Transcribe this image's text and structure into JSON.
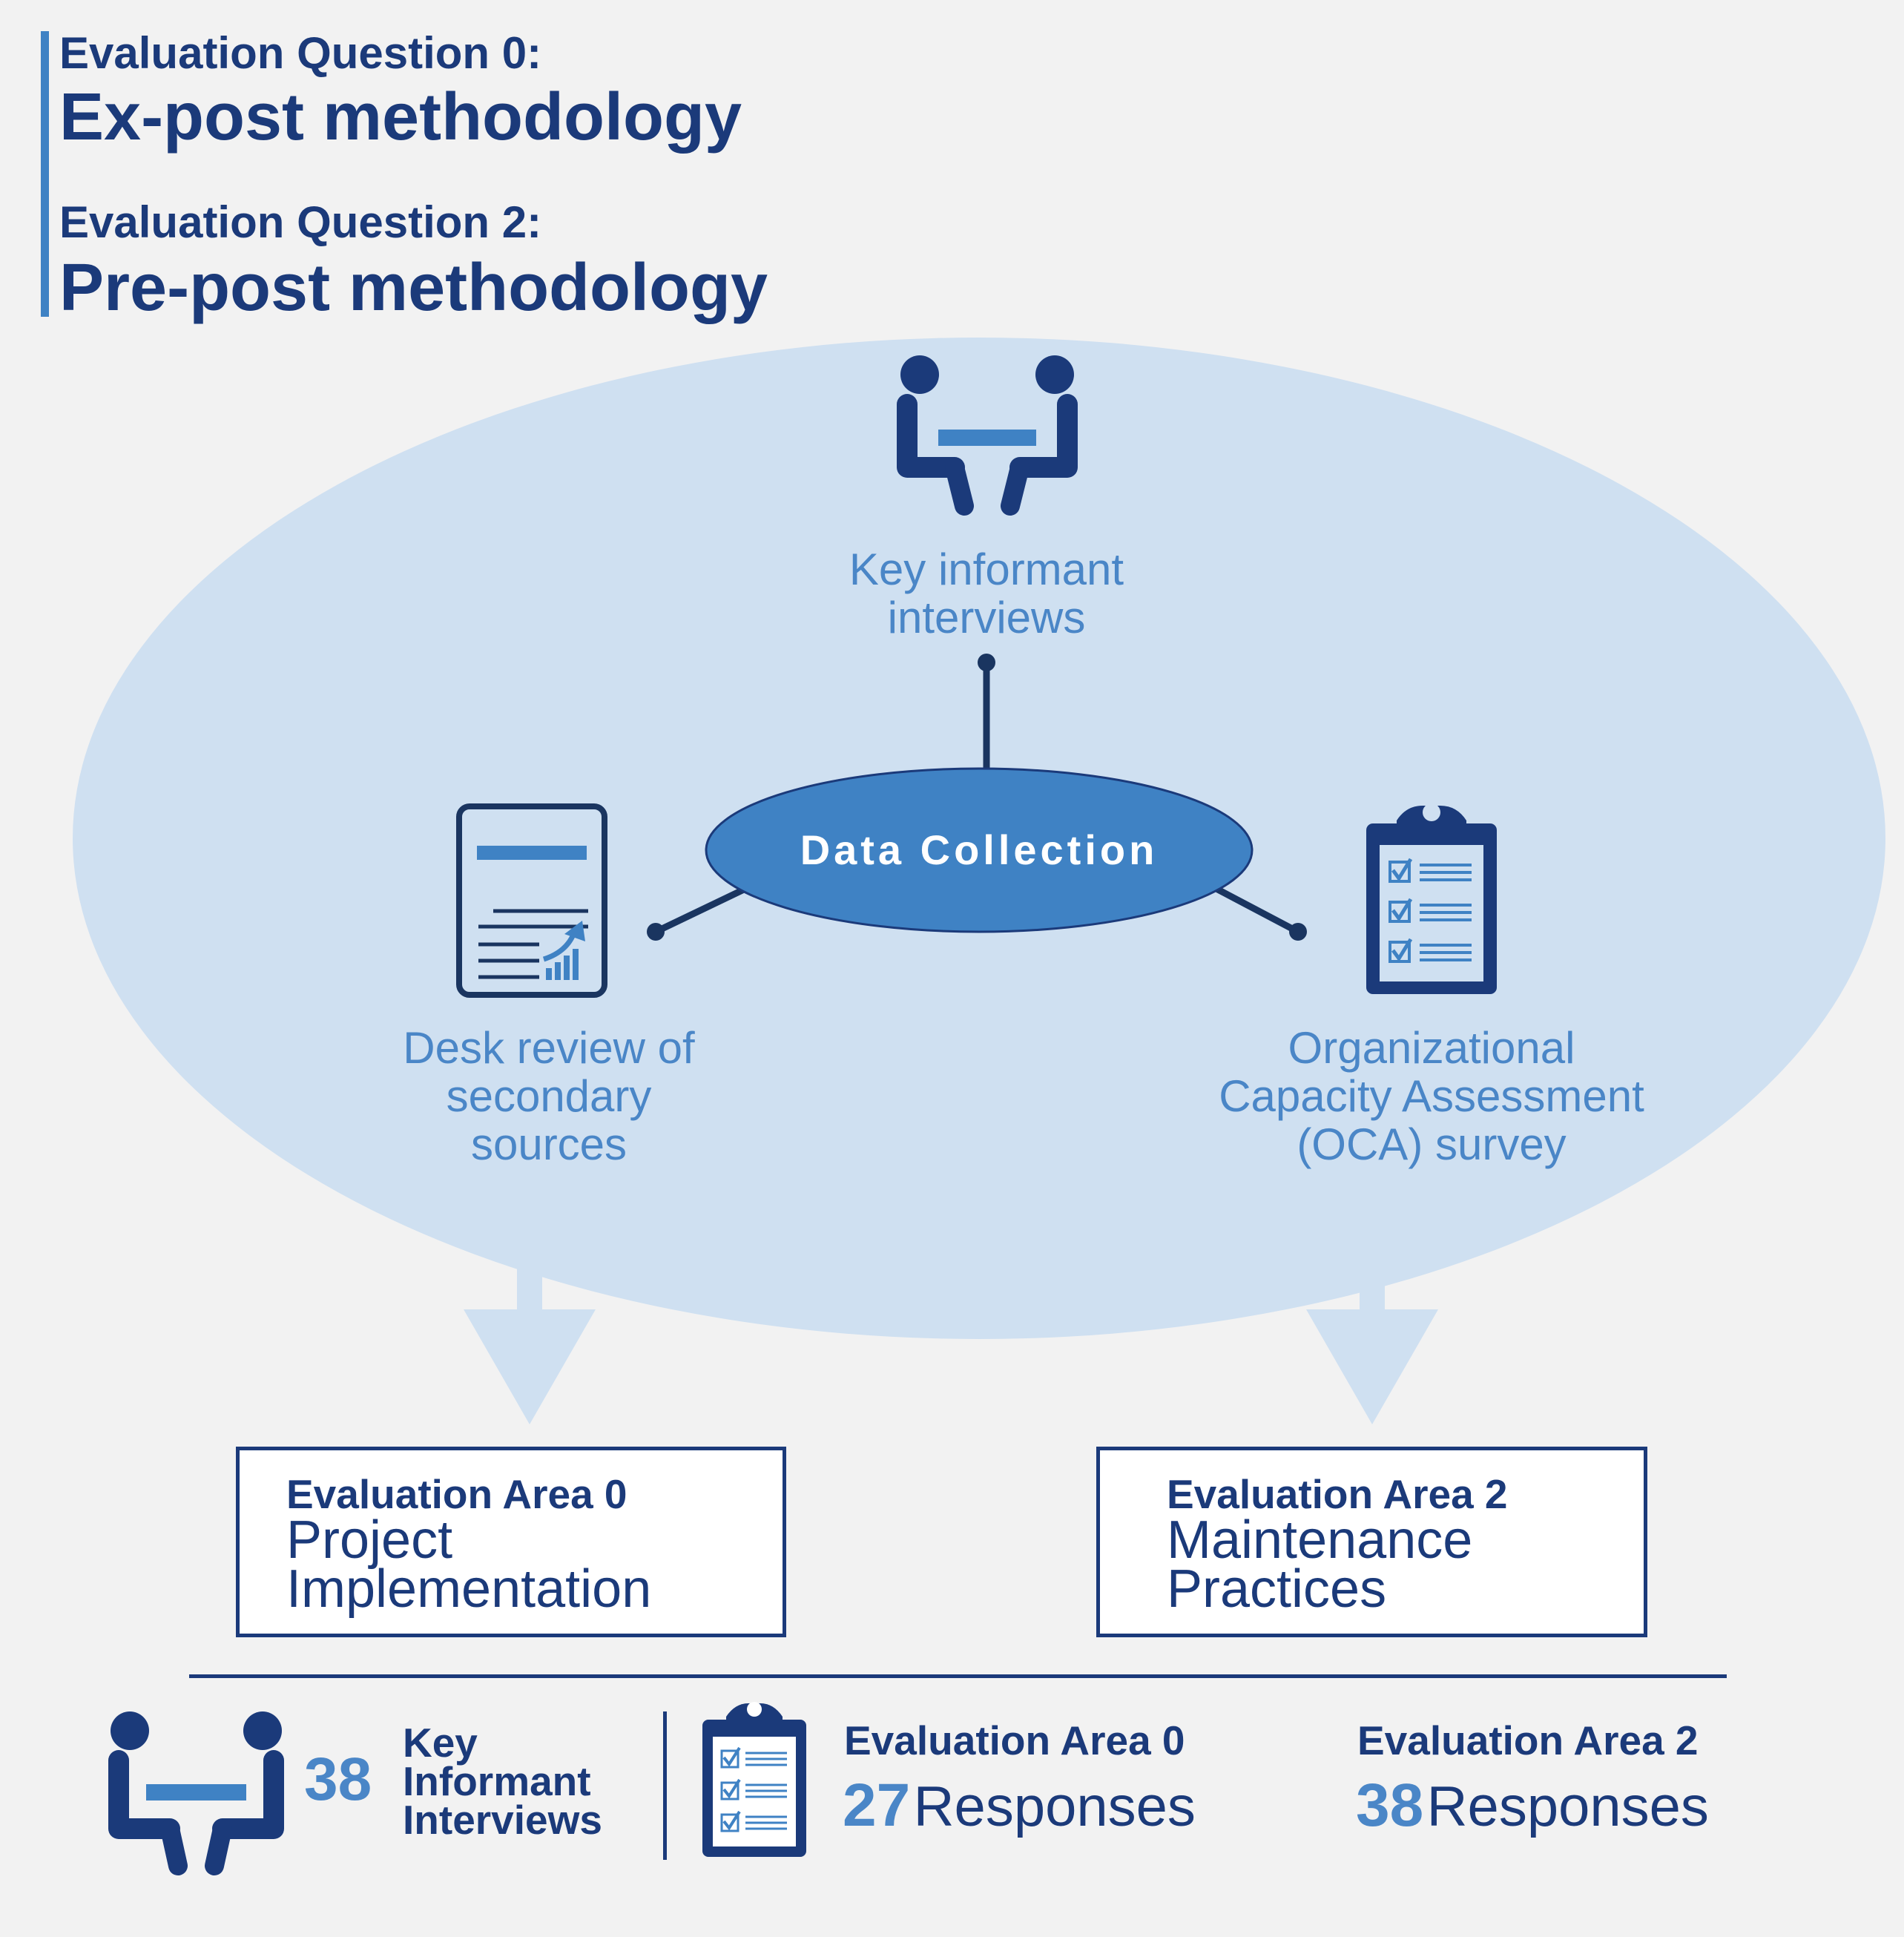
{
  "header": {
    "question_1_label": "Evaluation Question 0:",
    "question_1_title": "Ex-post methodology",
    "question_2_label": "Evaluation Question 2:",
    "question_2_title": "Pre-post methodology"
  },
  "diagram": {
    "center_label": "Data Collection",
    "methods": {
      "interviews": [
        "Key informant",
        "interviews"
      ],
      "desk_review": [
        "Desk review of",
        "secondary",
        "sources"
      ],
      "oca_survey": [
        "Organizational",
        "Capacity Assessment",
        "(OCA) survey"
      ]
    },
    "icons": {
      "interviews": "two-people-table-icon",
      "desk_review": "document-chart-icon",
      "oca_survey": "clipboard-checklist-icon"
    }
  },
  "areas": [
    {
      "heading": "Evaluation Area 0",
      "title": [
        "Project",
        "Implementation"
      ]
    },
    {
      "heading": "Evaluation Area 2",
      "title": [
        "Maintenance",
        "Practices"
      ]
    }
  ],
  "stats": {
    "interviews_count": "38",
    "interviews_label": [
      "Key",
      "Informant",
      "Interviews"
    ],
    "area_1_heading": "Evaluation Area 0",
    "area_1_count": "27",
    "area_1_unit": "Responses",
    "area_2_heading": "Evaluation Area 2",
    "area_2_count": "38",
    "area_2_unit": "Responses"
  },
  "colors": {
    "navy": "#1b3a7a",
    "accent_blue": "#3f82c4",
    "light_blue": "#cfe0f1",
    "text_blue": "#4a86c7",
    "background": "#f2f2f2"
  }
}
